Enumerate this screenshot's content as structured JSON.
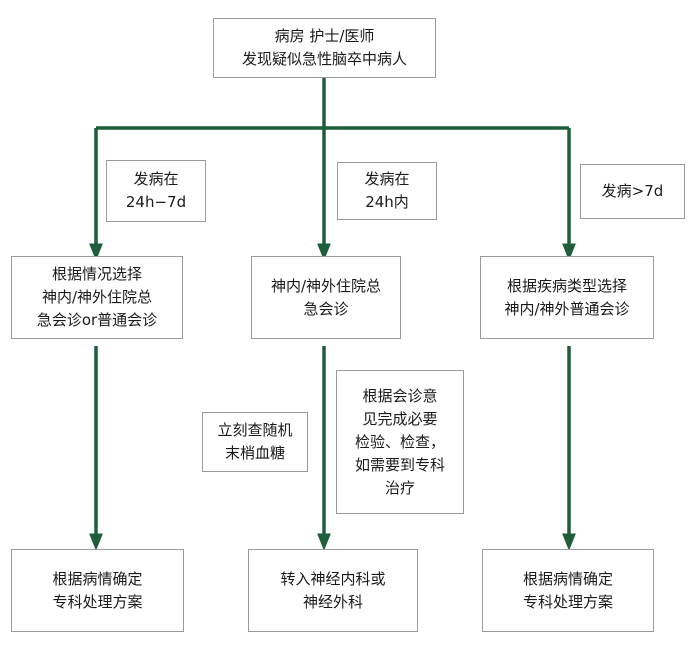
{
  "colors": {
    "line": "#1e5e3a",
    "border": "#9a9a9a",
    "text": "#1a1a1a"
  },
  "nodes": {
    "top": {
      "lines": [
        "病房 护士/医师",
        "发现疑似急性脑卒中病人"
      ]
    },
    "label_left": {
      "lines": [
        "发病在",
        "24h−7d"
      ]
    },
    "label_mid": {
      "lines": [
        "发病在",
        "24h内"
      ]
    },
    "label_right": {
      "lines": [
        "发病>7d"
      ]
    },
    "left_mid": {
      "lines": [
        "根据情况选择",
        "神内/神外住院总",
        "急会诊or普通会诊"
      ]
    },
    "center_mid": {
      "lines": [
        "神内/神外住院总",
        "急会诊"
      ]
    },
    "right_mid": {
      "lines": [
        "根据疾病类型选择",
        "神内/神外普通会诊"
      ]
    },
    "glucose": {
      "lines": [
        "立刻查随机",
        "末梢血糖"
      ]
    },
    "consult": {
      "lines": [
        "根据会诊意",
        "见完成必要",
        "检验、检查，",
        "如需要到专科",
        "治疗"
      ]
    },
    "left_bottom": {
      "lines": [
        "根据病情确定",
        "专科处理方案"
      ]
    },
    "center_bottom": {
      "lines": [
        "转入神经内科或",
        "神经外科"
      ]
    },
    "right_bottom": {
      "lines": [
        "根据病情确定",
        "专科处理方案"
      ]
    }
  }
}
